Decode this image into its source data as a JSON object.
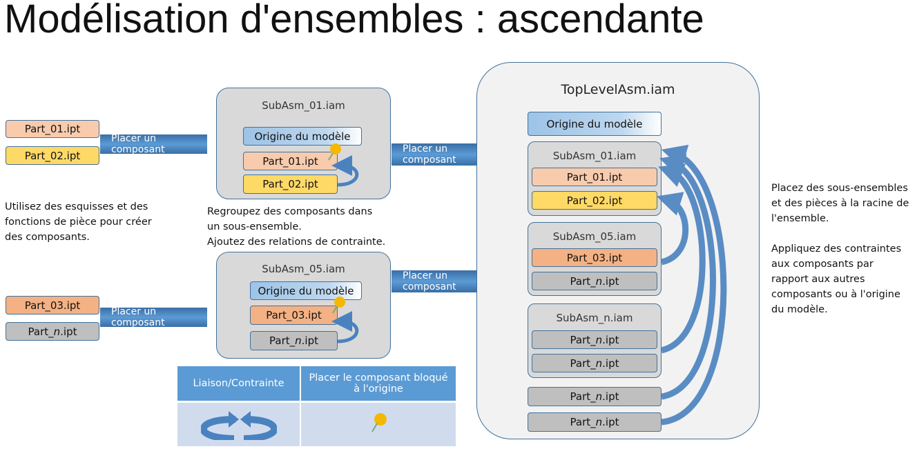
{
  "title": "Modélisation d'ensembles : ascendante",
  "left_parts": {
    "part_01": "Part_01.ipt",
    "part_02": "Part_02.ipt",
    "part_03": "Part_03.ipt",
    "part_n_prefix": "Part_",
    "part_n_italic": "n",
    "part_n_suffix": ".ipt"
  },
  "arrow_label": "Placer un composant",
  "left_text": "Utilisez des esquisses et des\nfonctions de pièce pour créer\ndes composants.",
  "middle_text": "Regroupez des composants dans\nun sous-ensemble.\nAjoutez des relations de contrainte.",
  "subasm_01": {
    "title": "SubAsm_01.iam",
    "origin": "Origine du modèle",
    "part_a": "Part_01.ipt",
    "part_b": "Part_02.ipt"
  },
  "subasm_05": {
    "title": "SubAsm_05.iam",
    "origin": "Origine du modèle",
    "part_a": "Part_03.ipt"
  },
  "top_level": {
    "title": "TopLevelAsm.iam",
    "origin": "Origine du modèle",
    "sub1_title": "SubAsm_01.iam",
    "sub5_title": "SubAsm_05.iam",
    "subn_title": "SubAsm_n.iam"
  },
  "right_text": "Placez des sous-ensembles\net des pièces à la racine de\nl'ensemble.\n\nAppliquez des contraintes\naux composants par\nrapport aux autres\ncomposants ou à l'origine\ndu modèle.",
  "legend": {
    "col1": "Liaison/Contrainte",
    "col2": "Placer le composant bloqué à l'origine"
  },
  "colors": {
    "peach": "#f8cbad",
    "yellow": "#ffd966",
    "orange": "#f4b183",
    "gray": "#bfbfbf",
    "blue": "#5b9bd5",
    "border": "#41719c"
  }
}
